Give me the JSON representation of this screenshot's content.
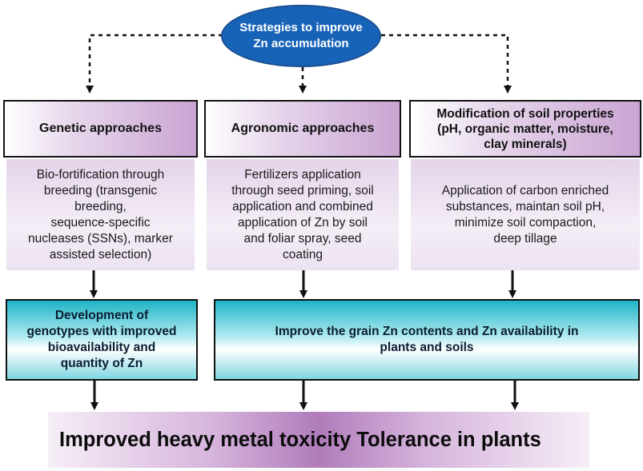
{
  "root": {
    "line1": "Strategies to improve",
    "line2": "Zn accumulation"
  },
  "columns": [
    {
      "heading": [
        "Genetic approaches"
      ],
      "body": [
        "Bio-fortification through",
        "breeding (transgenic",
        "breeding,",
        "sequence-specific",
        "nucleases (SSNs), marker",
        "assisted selection)"
      ]
    },
    {
      "heading": [
        "Agronomic approaches"
      ],
      "body": [
        "Fertilizers application",
        "through seed priming,  soil",
        "application and combined",
        "application of Zn by soil",
        "and foliar spray, seed",
        "coating"
      ]
    },
    {
      "heading": [
        "Modification of soil properties",
        "(pH,  organic matter, moisture,",
        "clay minerals)"
      ],
      "body": [
        "Application of carbon enriched",
        "substances, maintan soil pH,",
        "minimize soil compaction,",
        "deep tillage"
      ]
    }
  ],
  "outcomes": [
    {
      "lines": [
        "Development of",
        "genotypes with improved",
        "bioavailability and",
        "quantity of Zn"
      ]
    },
    {
      "lines": [
        "Improve the grain Zn contents and Zn availability in",
        "plants and soils"
      ]
    }
  ],
  "final": {
    "text": "Improved heavy metal toxicity Tolerance in plants"
  },
  "colors": {
    "ellipse": "#1763b8",
    "heading_gradient_end": "#c9a4d2",
    "outcome_teal": "#1fb4c6",
    "final_center": "#b07cbb"
  }
}
